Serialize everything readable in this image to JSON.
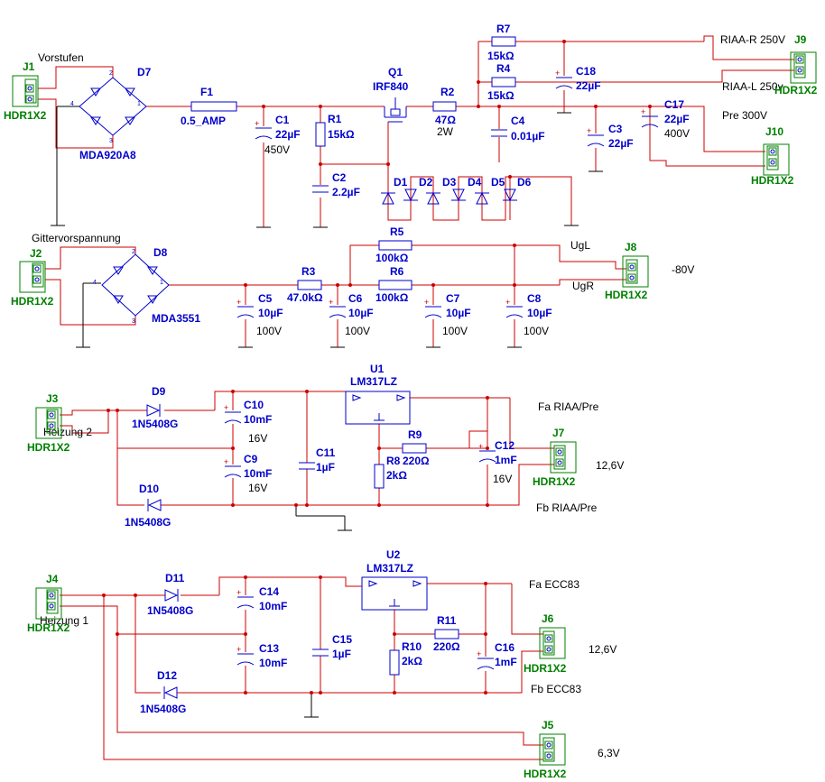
{
  "schematic": {
    "connectors": {
      "J1": {
        "ref": "J1",
        "type": "HDR1X2"
      },
      "J2": {
        "ref": "J2",
        "type": "HDR1X2"
      },
      "J3": {
        "ref": "J3",
        "type": "HDR1X2"
      },
      "J4": {
        "ref": "J4",
        "type": "HDR1X2"
      },
      "J5": {
        "ref": "J5",
        "type": "HDR1X2"
      },
      "J6": {
        "ref": "J6",
        "type": "HDR1X2"
      },
      "J7": {
        "ref": "J7",
        "type": "HDR1X2"
      },
      "J8": {
        "ref": "J8",
        "type": "HDR1X2"
      },
      "J9": {
        "ref": "J9",
        "type": "HDR1X2"
      },
      "J10": {
        "ref": "J10",
        "type": "HDR1X2"
      }
    },
    "bridges": {
      "D7": {
        "ref": "D7",
        "part": "MDA920A8",
        "label": "Vorstufen"
      },
      "D8": {
        "ref": "D8",
        "part": "MDA3551",
        "label": "Gittervorspannung"
      }
    },
    "fuse": {
      "ref": "F1",
      "value": "0.5_AMP"
    },
    "mosfet": {
      "ref": "Q1",
      "part": "IRF840"
    },
    "regulators": {
      "U1": {
        "ref": "U1",
        "part": "LM317LZ"
      },
      "U2": {
        "ref": "U2",
        "part": "LM317LZ"
      }
    },
    "resistors": {
      "R1": {
        "ref": "R1",
        "value": "15kΩ"
      },
      "R2": {
        "ref": "R2",
        "value": "47Ω",
        "power": "2W"
      },
      "R3": {
        "ref": "R3",
        "value": "47.0kΩ"
      },
      "R4": {
        "ref": "R4",
        "value": "15kΩ"
      },
      "R5": {
        "ref": "R5",
        "value": "100kΩ"
      },
      "R6": {
        "ref": "R6",
        "value": "100kΩ"
      },
      "R7": {
        "ref": "R7",
        "value": "15kΩ"
      },
      "R8": {
        "ref": "R8",
        "value": "2kΩ"
      },
      "R9": {
        "ref": "R9",
        "value": "220Ω"
      },
      "R10": {
        "ref": "R10",
        "value": "2kΩ"
      },
      "R11": {
        "ref": "R11",
        "value": "220Ω"
      }
    },
    "capacitors": {
      "C1": {
        "ref": "C1",
        "value": "22µF",
        "voltage": "450V"
      },
      "C2": {
        "ref": "C2",
        "value": "2.2µF"
      },
      "C3": {
        "ref": "C3",
        "value": "22µF"
      },
      "C4": {
        "ref": "C4",
        "value": "0.01µF"
      },
      "C5": {
        "ref": "C5",
        "value": "10µF",
        "voltage": "100V"
      },
      "C6": {
        "ref": "C6",
        "value": "10µF",
        "voltage": "100V"
      },
      "C7": {
        "ref": "C7",
        "value": "10µF",
        "voltage": "100V"
      },
      "C8": {
        "ref": "C8",
        "value": "10µF",
        "voltage": "100V"
      },
      "C9": {
        "ref": "C9",
        "value": "10mF",
        "voltage": "16V"
      },
      "C10": {
        "ref": "C10",
        "value": "10mF",
        "voltage": "16V"
      },
      "C11": {
        "ref": "C11",
        "value": "1µF"
      },
      "C12": {
        "ref": "C12",
        "value": "1mF",
        "voltage": "16V"
      },
      "C13": {
        "ref": "C13",
        "value": "10mF"
      },
      "C14": {
        "ref": "C14",
        "value": "10mF"
      },
      "C15": {
        "ref": "C15",
        "value": "1µF"
      },
      "C16": {
        "ref": "C16",
        "value": "1mF"
      },
      "C17": {
        "ref": "C17",
        "value": "22µF",
        "voltage": "400V"
      },
      "C18": {
        "ref": "C18",
        "value": "22µF"
      }
    },
    "diodes": {
      "D1": "D1",
      "D2": "D2",
      "D3": "D3",
      "D4": "D4",
      "D5": "D5",
      "D6": "D6",
      "D9": {
        "ref": "D9",
        "part": "1N5408G"
      },
      "D10": {
        "ref": "D10",
        "part": "1N5408G"
      },
      "D11": {
        "ref": "D11",
        "part": "1N5408G"
      },
      "D12": {
        "ref": "D12",
        "part": "1N5408G"
      }
    },
    "net_labels": {
      "riaa_r": "RIAA-R 250V",
      "riaa_l": "RIAA-L 250v",
      "pre": "Pre 300V",
      "ugl": "UgL",
      "ugr": "UgR",
      "minus80": "-80V",
      "heizung2": "Heizung 2",
      "heizung1": "Heizung 1",
      "fa_riaa": "Fa RIAA/Pre",
      "fb_riaa": "Fb RIAA/Pre",
      "fa_ecc": "Fa ECC83",
      "fb_ecc": "Fb ECC83",
      "v126_a": "12,6V",
      "v126_b": "12,6V",
      "v63": "6,3V"
    },
    "colors": {
      "wire": "#cc0000",
      "component": "#0000cc",
      "connector": "#008000",
      "text": "#000000"
    }
  }
}
